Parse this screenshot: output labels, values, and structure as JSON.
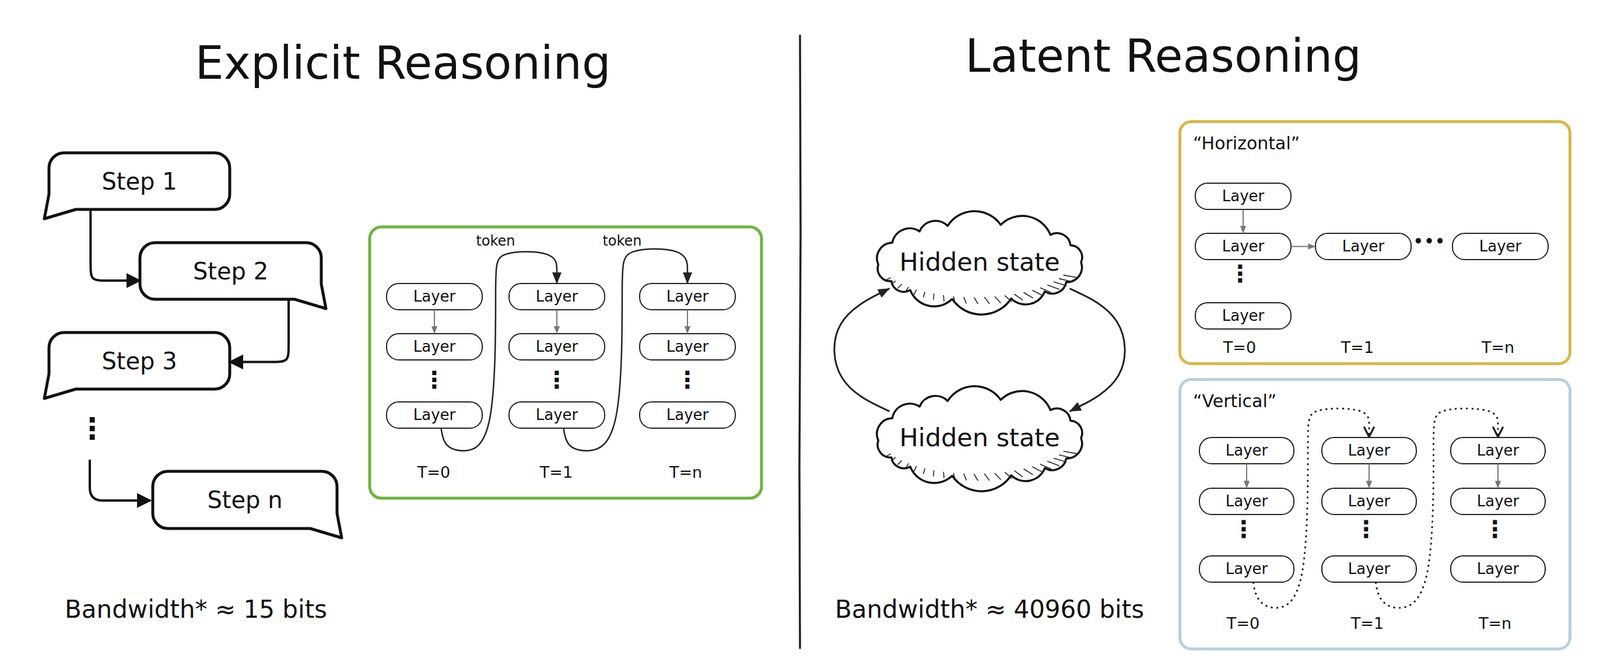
{
  "diagram": {
    "nodes": [
      {
        "text": [
          "Step 1"
        ]
      },
      {
        "text": [
          "Step 2"
        ]
      },
      {
        "text": [
          "Step 3"
        ]
      },
      {
        "text": [
          "Step n"
        ]
      },
      {
        "text": [
          "Layer"
        ]
      },
      {
        "text": [
          "Layer"
        ]
      },
      {
        "text": [
          "Layer"
        ]
      },
      {
        "text": [
          "Layer"
        ]
      },
      {
        "text": [
          "Layer"
        ]
      },
      {
        "text": [
          "Layer"
        ]
      },
      {
        "text": [
          "Layer"
        ]
      },
      {
        "text": [
          "Layer"
        ]
      },
      {
        "text": [
          "Layer"
        ]
      },
      {
        "text": [
          "Hidden state"
        ]
      },
      {
        "text": [
          "Hidden state"
        ]
      },
      {
        "text": [
          "“Horizontal”"
        ]
      },
      {
        "text": [
          "Layer"
        ],
        "in": 15
      },
      {
        "text": [
          "Layer"
        ],
        "in": 15
      },
      {
        "text": [
          "Layer"
        ],
        "in": 15
      },
      {
        "text": [
          "Layer"
        ],
        "in": 15
      },
      {
        "text": [
          "Layer"
        ],
        "in": 15
      },
      {
        "text": [
          "“Vertical”"
        ]
      },
      {
        "text": [
          "Layer"
        ],
        "in": 21
      },
      {
        "text": [
          "Layer"
        ],
        "in": 21
      },
      {
        "text": [
          "Layer"
        ],
        "in": 21
      },
      {
        "text": [
          "Layer"
        ],
        "in": 21
      },
      {
        "text": [
          "Layer"
        ],
        "in": 21
      },
      {
        "text": [
          "Layer"
        ],
        "in": 21
      },
      {
        "text": [
          "Layer"
        ],
        "in": 21
      },
      {
        "text": [
          "Layer"
        ],
        "in": 21
      },
      {
        "text": [
          "Layer"
        ],
        "in": 21
      }
    ],
    "edges": [
      {
        "from": 0,
        "to": 1,
        "arrow": "to"
      },
      {
        "from": 1,
        "to": 2,
        "arrow": "to"
      },
      {
        "from": 4,
        "to": 5,
        "arrow": "to"
      },
      {
        "from": 7,
        "to": 8,
        "arrow": "to"
      },
      {
        "from": 10,
        "to": 11,
        "arrow": "to"
      },
      {
        "from": 6,
        "to": 7,
        "label": "token",
        "arrow": "to"
      },
      {
        "from": 9,
        "to": 10,
        "label": "token",
        "arrow": "to"
      },
      {
        "from": 13,
        "to": 14,
        "arrow": "to"
      },
      {
        "from": 14,
        "to": 13,
        "arrow": "to"
      },
      {
        "from": 16,
        "to": 17,
        "arrow": "to"
      },
      {
        "from": 17,
        "to": 19,
        "arrow": "to"
      },
      {
        "from": 22,
        "to": 23,
        "arrow": "to"
      },
      {
        "from": 25,
        "to": 26,
        "arrow": "to"
      },
      {
        "from": 28,
        "to": 29,
        "arrow": "to"
      },
      {
        "from": 24,
        "to": 25,
        "arrow": "to"
      },
      {
        "from": 27,
        "to": 28,
        "arrow": "to"
      }
    ],
    "labels": [
      "Explicit Reasoning",
      "Latent Reasoning",
      "⋮",
      "⋮",
      "⋮",
      "⋮",
      "T=0",
      "T=1",
      "T=n",
      "Bandwidth* ≈ 15 bits",
      "Bandwidth* ≈ 40960 bits",
      "⋮",
      "•••",
      "T=0",
      "T=1",
      "T=n",
      "⋮",
      "⋮",
      "⋮",
      "T=0",
      "T=1",
      "T=n"
    ]
  }
}
